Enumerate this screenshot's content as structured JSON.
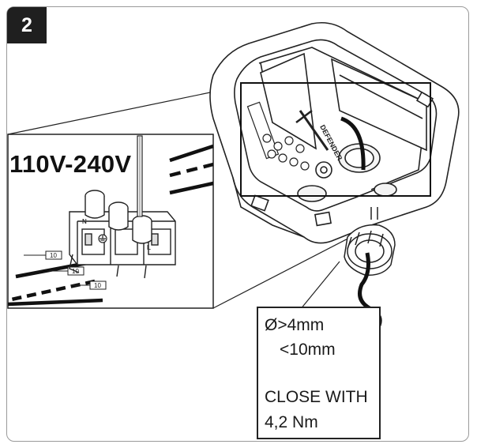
{
  "step_number": "2",
  "voltage_label": "110V-240V",
  "cable_spec": {
    "diameter_min": "Ø>4mm",
    "diameter_max": "<10mm",
    "torque_line1": "CLOSE WITH",
    "torque_line2": "4,2 Nm"
  },
  "terminal_letters": [
    "N",
    "L"
  ],
  "wire_strip_label": "10",
  "brand_text": "DEFENDER",
  "colors": {
    "ink": "#1a1a1a",
    "badge": "#1f1f1f",
    "frame": "#9a9a9a"
  },
  "icons": [
    "earth-ground-icon",
    "screwdriver-icon"
  ]
}
